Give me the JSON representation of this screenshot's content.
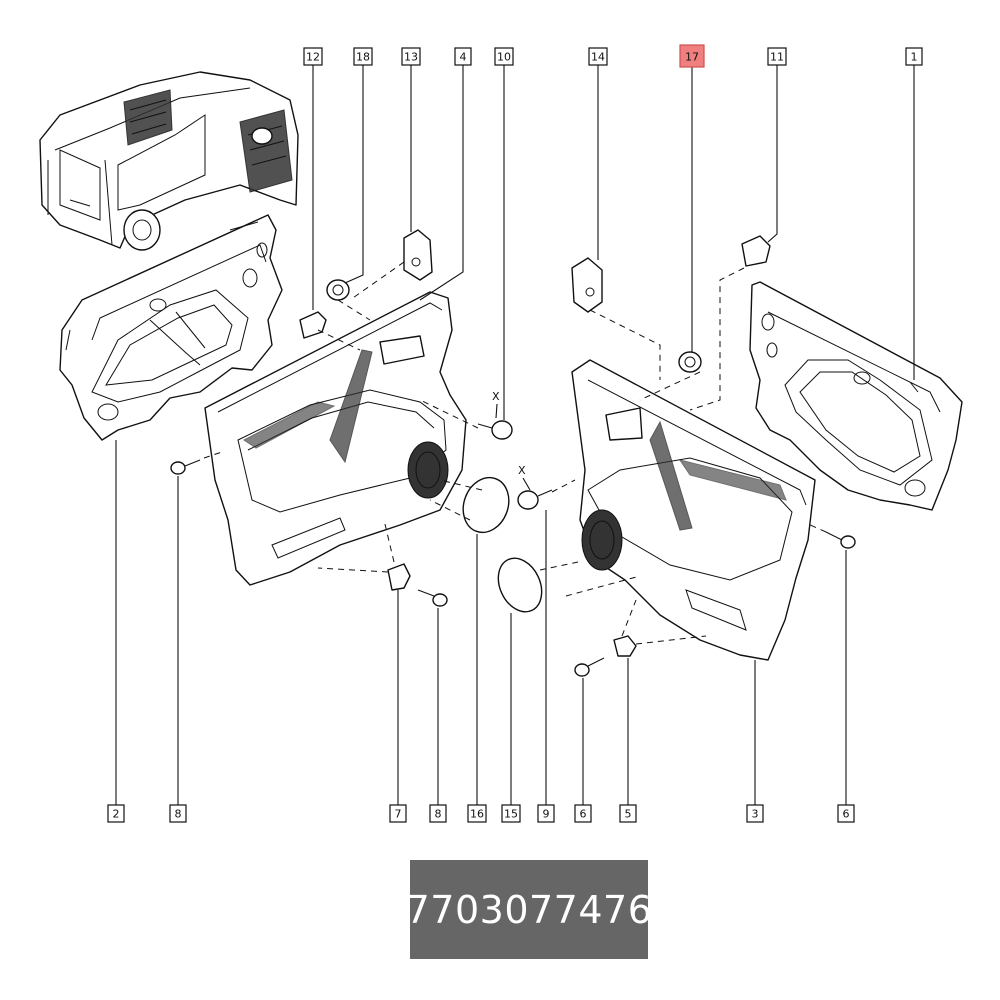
{
  "callouts": {
    "c12": "12",
    "c18": "18",
    "c13": "13",
    "c4": "4",
    "c10": "10",
    "c14": "14",
    "c17": "17",
    "c11": "11",
    "c1": "1",
    "c2": "2",
    "c8a": "8",
    "c7": "7",
    "c8b": "8",
    "c16": "16",
    "c15": "15",
    "c9": "9",
    "c6a": "6",
    "c5": "5",
    "c3": "3",
    "c6b": "6"
  },
  "highlight": {
    "callout": "17",
    "color": "#f08080"
  },
  "axis_marks": {
    "left": "X",
    "right": "X"
  },
  "part_number": "7703077476",
  "colors": {
    "badge": "#666666",
    "badge_text": "#ffffff",
    "line": "#111111"
  }
}
